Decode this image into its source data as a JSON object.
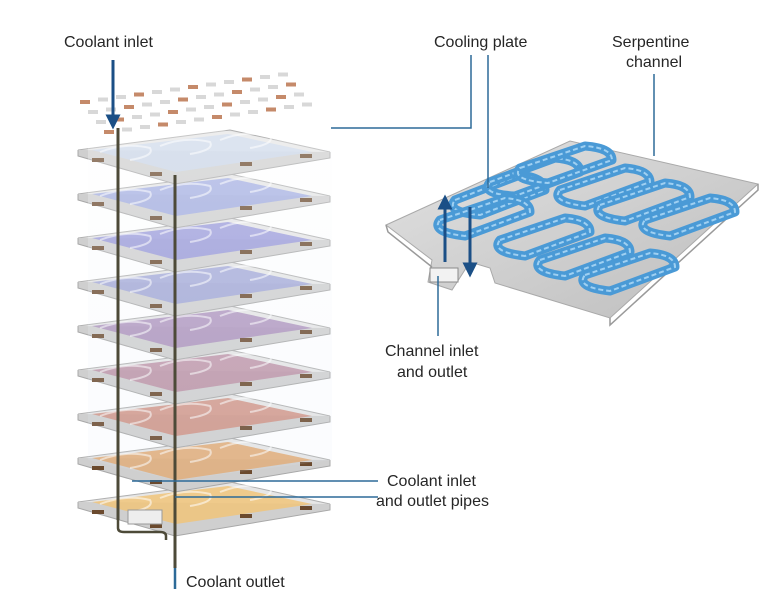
{
  "labels": {
    "coolant_inlet": "Coolant inlet",
    "cooling_plate": "Cooling plate",
    "serpentine_channel_line1": "Serpentine",
    "serpentine_channel_line2": "channel",
    "channel_inlet_outlet_line1": "Channel inlet",
    "channel_inlet_outlet_line2": "and outlet",
    "pipes_line1": "Coolant inlet",
    "pipes_line2": "and outlet pipes",
    "coolant_outlet": "Coolant outlet"
  },
  "colors": {
    "leader_line": "#2d6a98",
    "flow_arrow": "#1b4f86",
    "channel_fill": "#4a9ad6",
    "channel_highlight": "#9fd0f2",
    "plate_fill": "#c9c9c9",
    "pipe": "#4d4a38"
  },
  "stack": {
    "layer_count": 9,
    "layer_tints": [
      "#c9d6ea",
      "#9aa6e0",
      "#8f8fd8",
      "#9aa0d6",
      "#a78ab8",
      "#b98aa0",
      "#cf8c7c",
      "#e0a46a",
      "#f0c47a"
    ]
  }
}
